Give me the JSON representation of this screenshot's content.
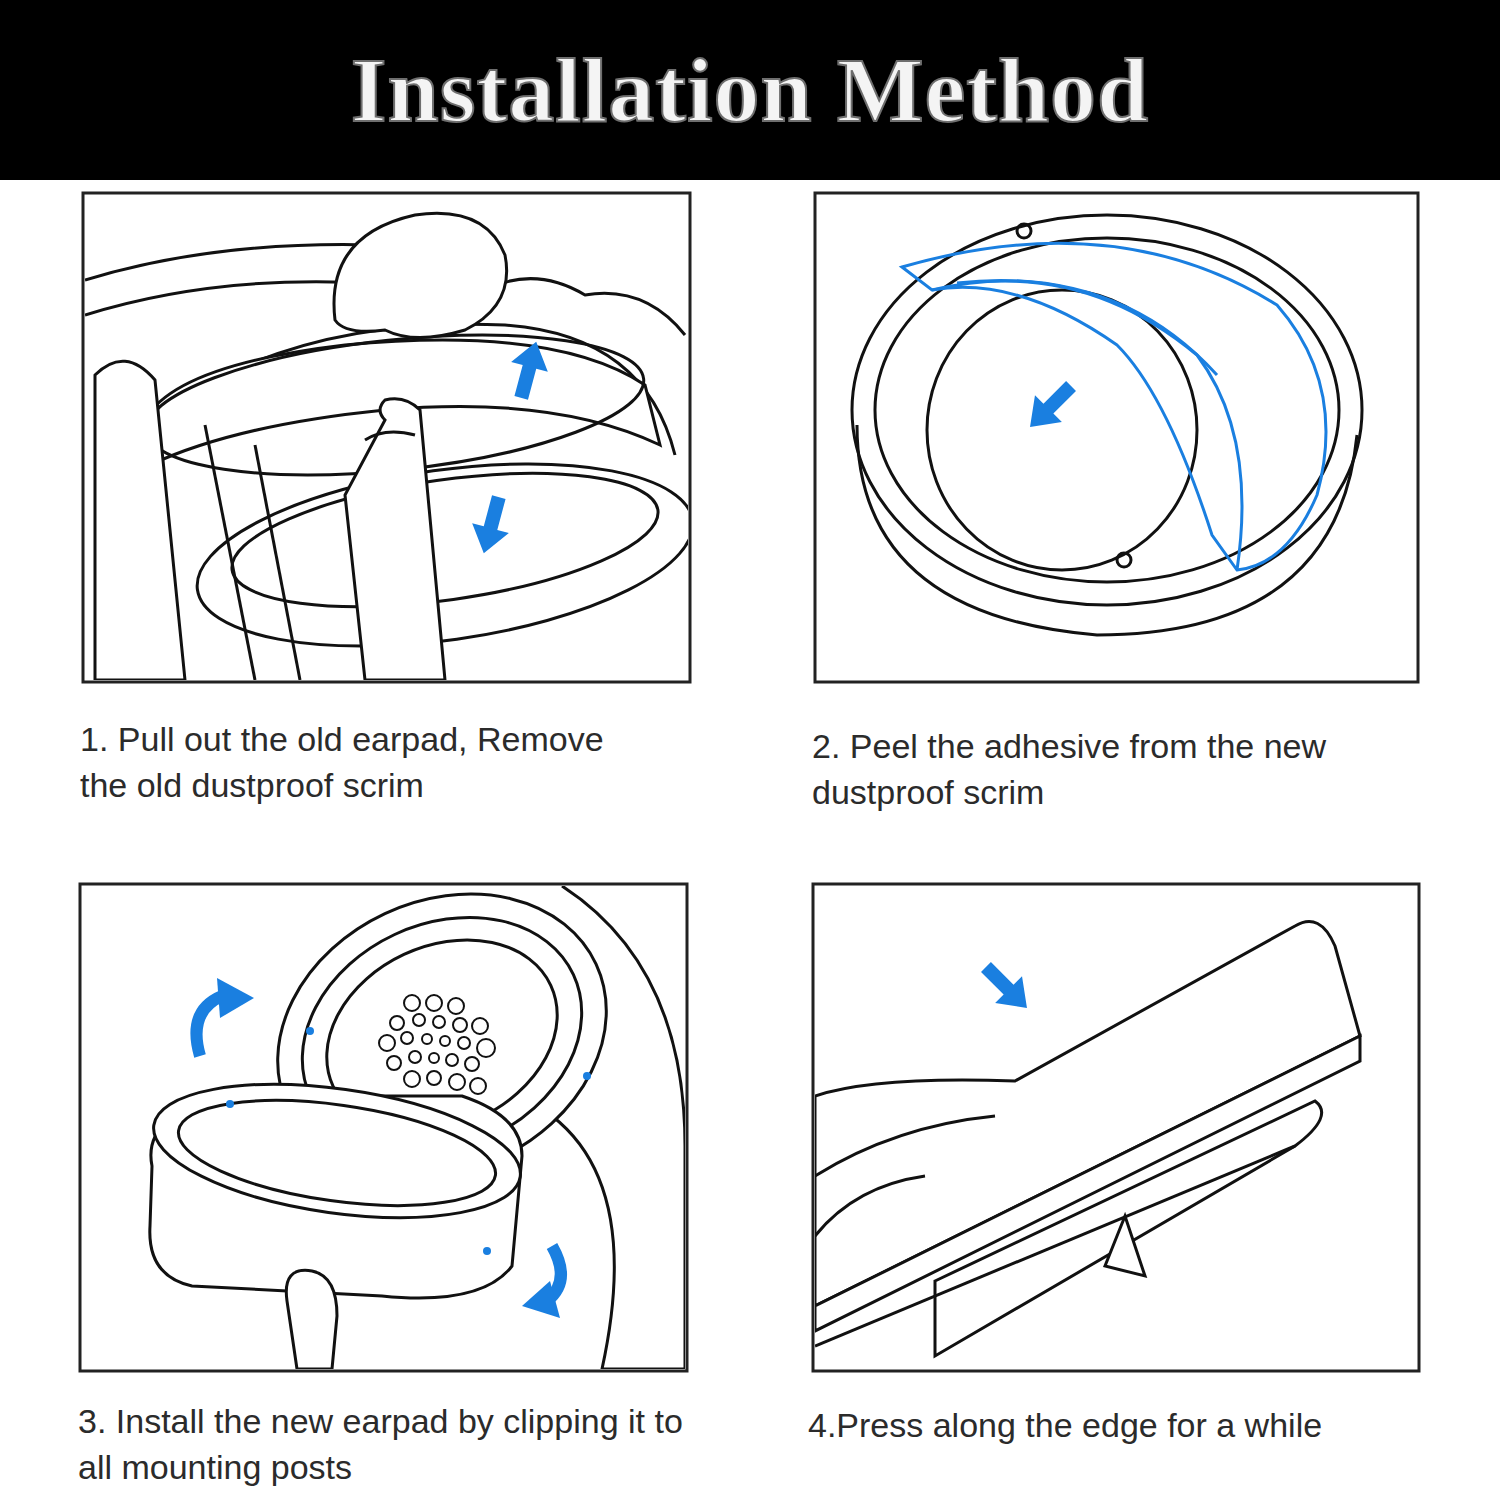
{
  "diagram": {
    "title": "Installation Method",
    "labels": [
      "1. Pull out the old earpad, Remove the old dustproof scrim",
      "2. Peel the adhesive from the new dustproof scrim",
      "3. Install the new earpad by clipping it to all mounting posts",
      "4.Press along the edge for a while"
    ]
  }
}
